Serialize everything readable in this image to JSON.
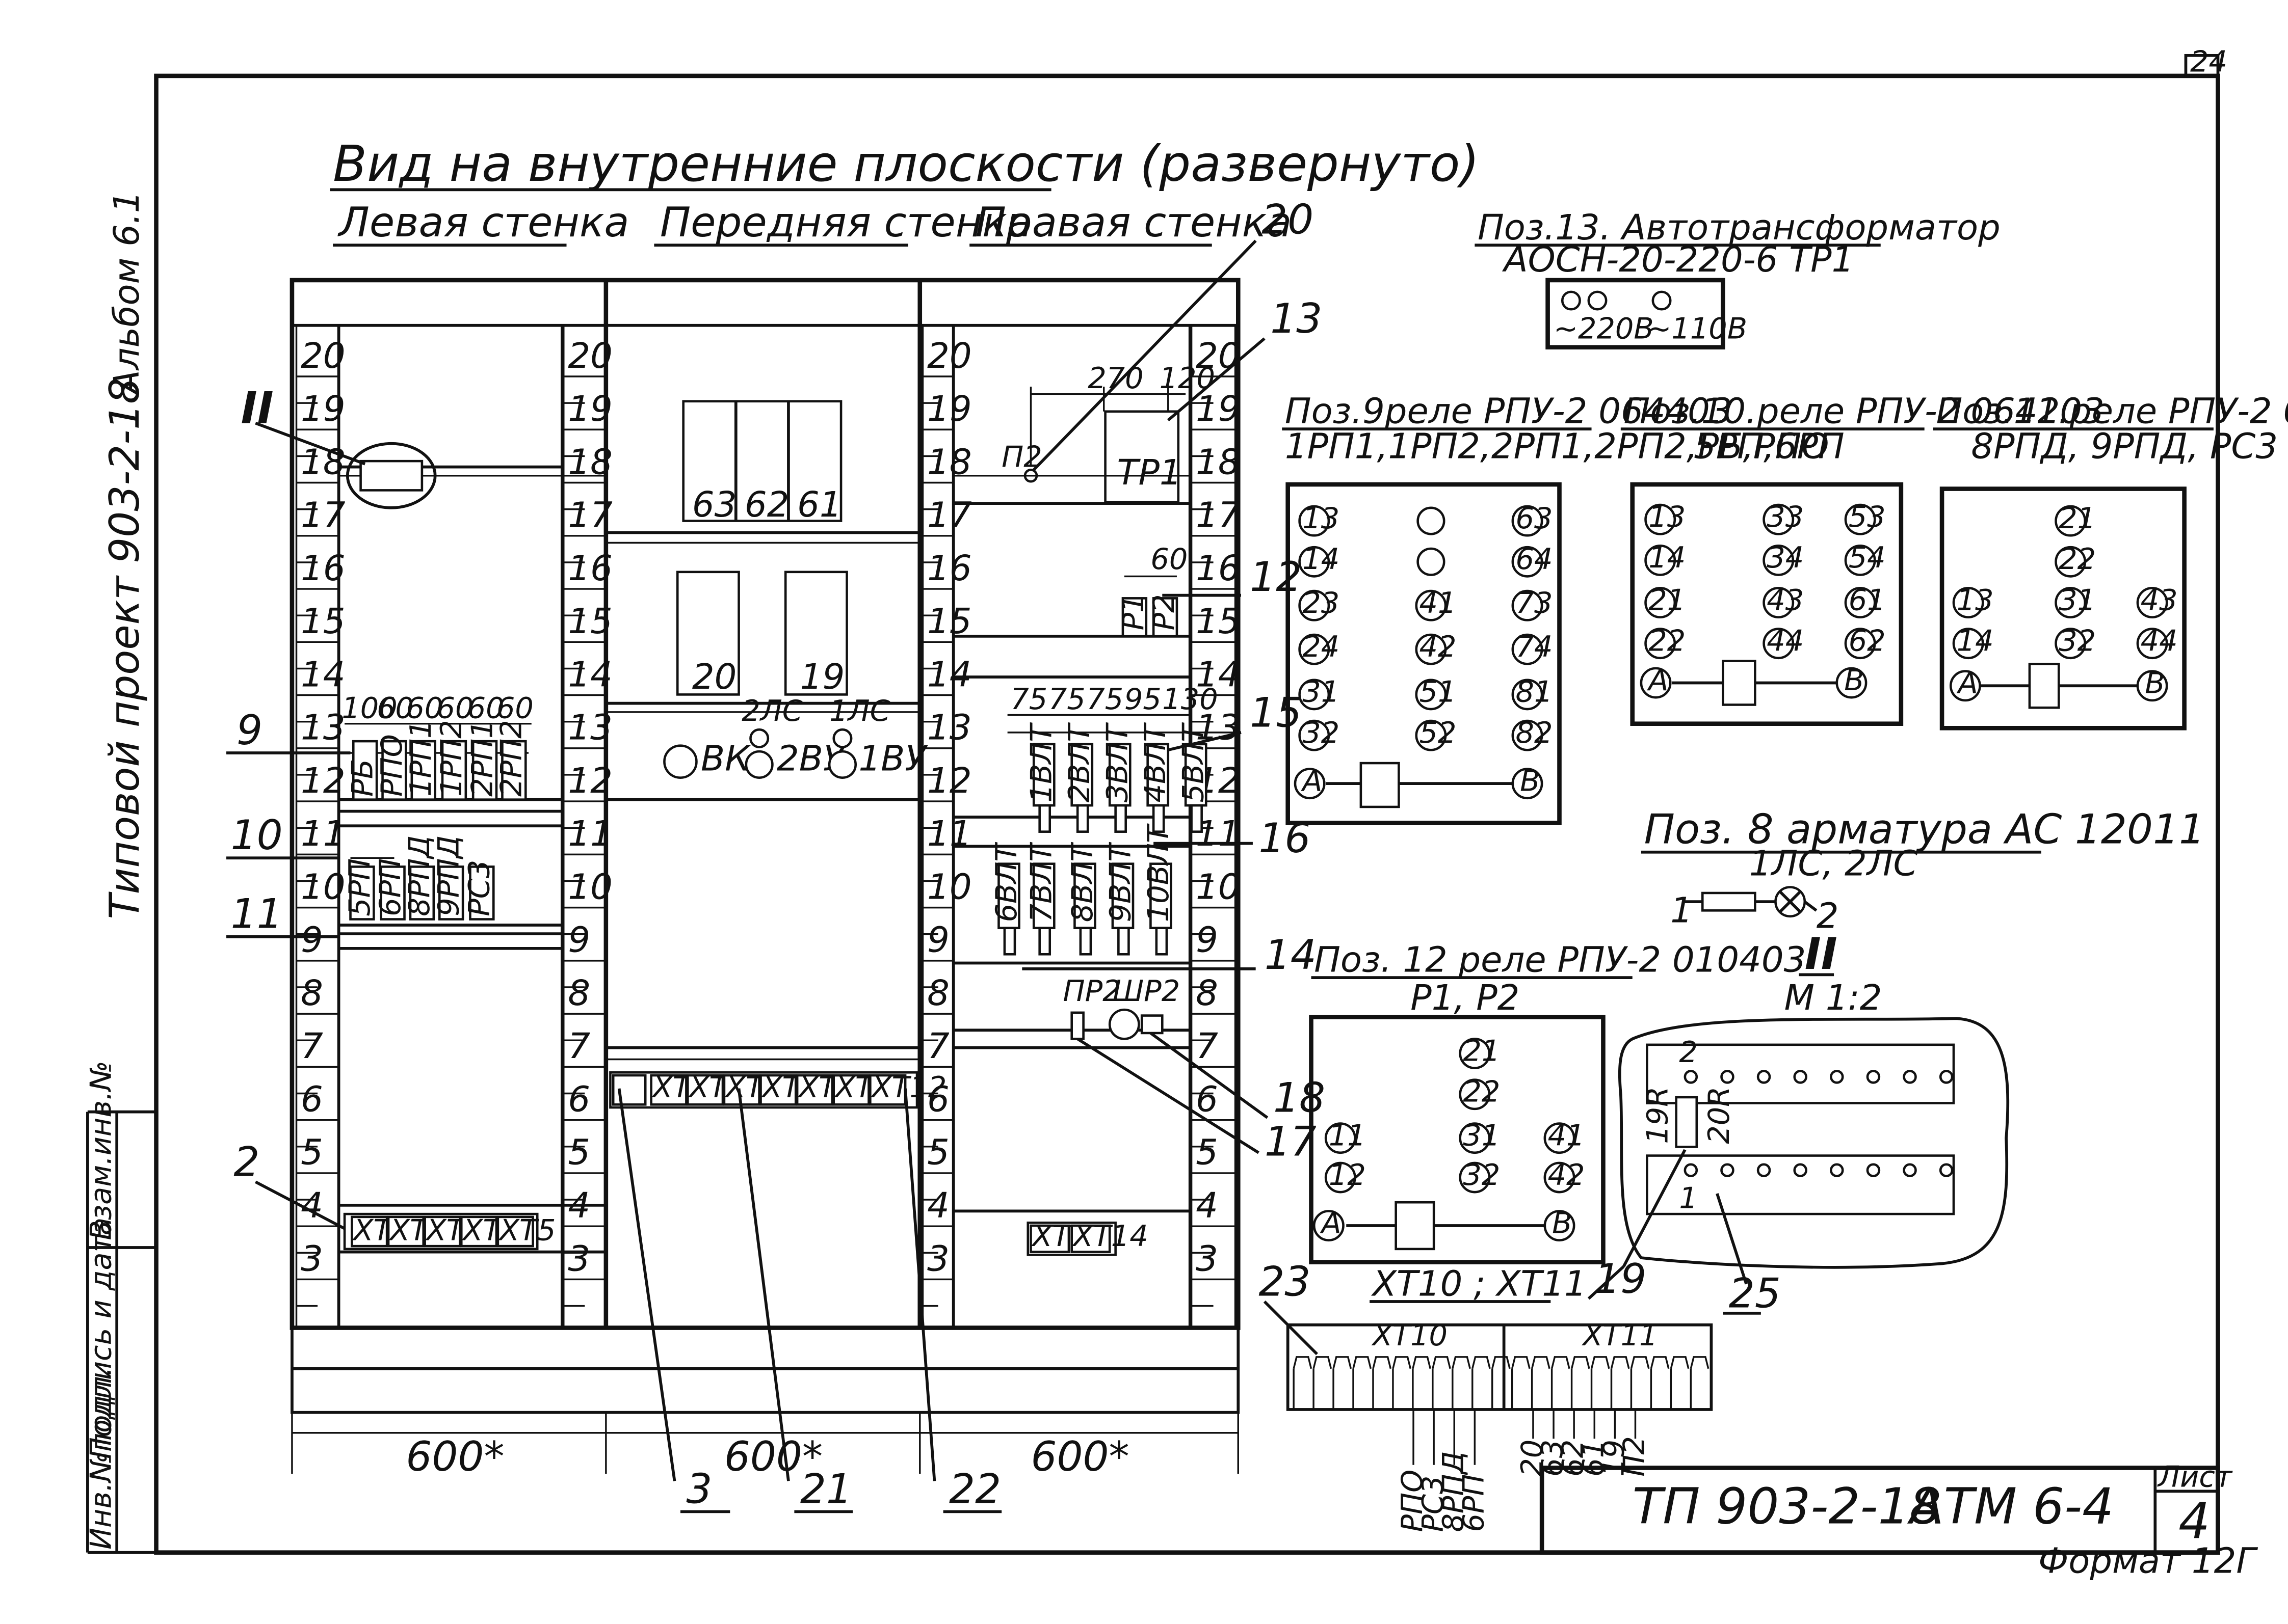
{
  "sheet_corner_number": "24",
  "side": {
    "album": "Альбом 6.1",
    "project": "Типовой проект 903-2-18",
    "inv": "Инв.№подл.",
    "sign": "Подпись и дата",
    "replace": "Взам.инв.№"
  },
  "view_title": "Вид на внутренние плоскости (развернуто)",
  "walls": [
    "Левая стенка",
    "Передняя стенка",
    "Правая стенка"
  ],
  "scale_numbers": [
    "20",
    "19",
    "18",
    "17",
    "16",
    "15",
    "14",
    "13",
    "12",
    "11",
    "10",
    "9",
    "8",
    "7",
    "6",
    "5",
    "4",
    "3"
  ],
  "left_wall": {
    "top_dims": [
      "100",
      "60",
      "60",
      "60",
      "60",
      "60"
    ],
    "row12": [
      "РБ",
      "РПО",
      "1РП1",
      "1РП2",
      "2РП1",
      "2РП2"
    ],
    "row10": [
      "5РП",
      "6РП",
      "8РПД",
      "9РПД",
      "РС3"
    ],
    "terminals": [
      "ХТ1",
      "ХТ2",
      "ХТ3",
      "ХТ4",
      "ХТ5"
    ]
  },
  "front_wall": {
    "units_top": [
      "63",
      "62",
      "61"
    ],
    "units_mid": [
      "20",
      "19"
    ],
    "lamp_labels": [
      "2ЛС",
      "1ЛС"
    ],
    "controls": [
      "ВК",
      "2ВУ",
      "1ВУ"
    ],
    "terminals": [
      "ХТ6",
      "ХТ7",
      "ХТ8",
      "ХТ9",
      "ХТ10",
      "ХТ11",
      "ХТ12"
    ]
  },
  "right_wall": {
    "dims_top": [
      "270",
      "120"
    ],
    "fuse_label": "П2",
    "tr_label": "ТР1",
    "dim_60": "60",
    "relays_small": [
      "Р1",
      "Р2"
    ],
    "dims_mid": [
      "75",
      "75",
      "75",
      "95",
      "130"
    ],
    "row12": [
      "1ВЛТ",
      "2ВЛТ",
      "3ВЛТ",
      "4ВЛТ",
      "5ВЛТ"
    ],
    "row10": [
      "6ВЛТ",
      "7ВЛТ",
      "8ВЛТ",
      "9ВЛТ",
      "10ВЛТ"
    ],
    "socket_labels": [
      "ПР2",
      "ШР2"
    ],
    "terminals": [
      "ХТ13",
      "ХТ14"
    ]
  },
  "callouts": {
    "c20": "20",
    "c13": "13",
    "c12": "12",
    "c15": "15",
    "c16": "16",
    "c14": "14",
    "c18": "18",
    "c17": "17",
    "c2": "2",
    "c9": "9",
    "c10": "10",
    "c11": "11",
    "cII": "II",
    "c3": "3",
    "c21": "21",
    "c22": "22",
    "c23": "23",
    "c19": "19",
    "c25": "25"
  },
  "dims_bottom": [
    "600*",
    "600*",
    "600*"
  ],
  "pos13": {
    "title": "Поз.13. Автотрансформатор",
    "subtitle": "АОСН-20-220-6  ТР1",
    "t1": "~220В",
    "t3": "~110В"
  },
  "pos9": {
    "title": "Поз.9реле РПУ-2  064403",
    "subtitle": "1РП1,1РП2,2РП1,2РП2,РБ,РПО",
    "pins": [
      "13",
      "14",
      "63",
      "64",
      "23",
      "24",
      "41",
      "42",
      "73",
      "74",
      "31",
      "32",
      "51",
      "52",
      "81",
      "82",
      "А",
      "В"
    ]
  },
  "pos10": {
    "title": "Поз.10.реле РПУ-2  064203",
    "subtitle": "5РП,6РП",
    "pins": [
      "13",
      "14",
      "21",
      "22",
      "33",
      "34",
      "43",
      "44",
      "53",
      "54",
      "61",
      "62",
      "А",
      "В"
    ]
  },
  "pos11": {
    "title": "Поз.11.реле РПУ-2  062203",
    "subtitle": "8РПД, 9РПД, РС3",
    "pins": [
      "21",
      "22",
      "13",
      "14",
      "31",
      "32",
      "43",
      "44",
      "А",
      "В"
    ]
  },
  "pos8": {
    "title": "Поз. 8  арматура  АС 12011",
    "subtitle": "1ЛС, 2ЛС",
    "p1": "1",
    "p2": "2"
  },
  "pos12": {
    "title": "Поз. 12 реле РПУ-2  010403",
    "subtitle": "Р1, Р2",
    "pins": [
      "21",
      "22",
      "11",
      "12",
      "31",
      "32",
      "41",
      "42",
      "А",
      "В"
    ]
  },
  "detail_II": {
    "title": "II",
    "scale": "М 1:2",
    "n2": "2",
    "n1": "1",
    "r1": "19R",
    "r2": "20R"
  },
  "terminal_strip": {
    "title": "ХТ10 ; ХТ11",
    "xt10": "ХТ10",
    "xt11": "ХТ11",
    "wires_left": [
      "РПО",
      "РС3",
      "8РПД",
      "6РП"
    ],
    "wires_right": [
      "20",
      "63",
      "62",
      "61",
      "19",
      "П2"
    ]
  },
  "title_block": {
    "code": "ТП  903-2-18",
    "sheet_code": "АТМ 6-4",
    "sheet_label": "Лист",
    "sheet_no": "4",
    "format": "Формат 12Г"
  }
}
